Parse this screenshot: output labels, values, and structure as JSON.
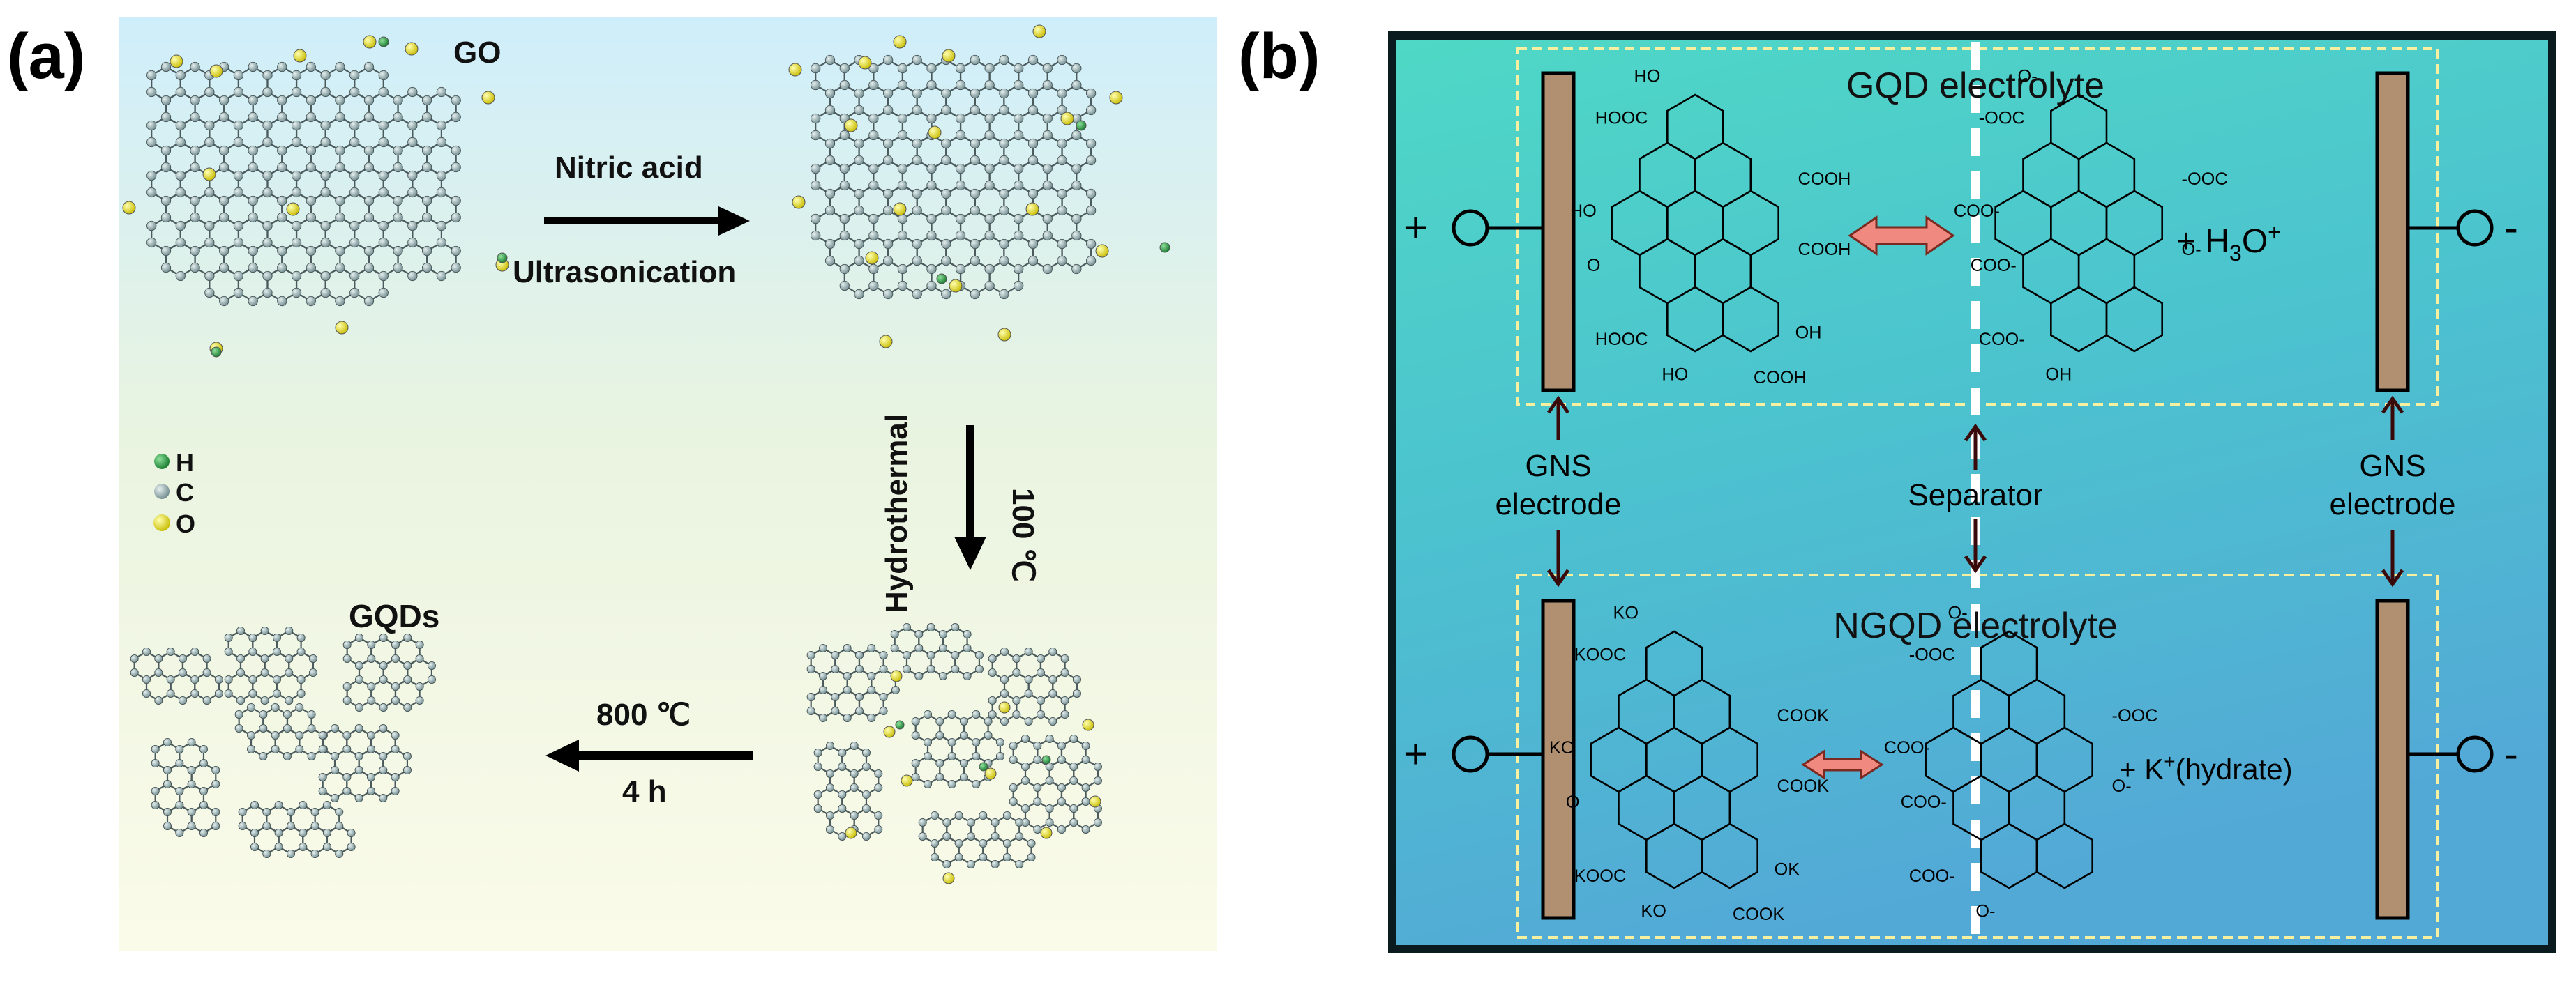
{
  "panel_a": {
    "label": "(a)",
    "go_label": "GO",
    "step1_top": "Nitric acid",
    "step1_bottom": "Ultrasonication",
    "step2_left": "Hydrothermal",
    "step2_right": "100 ℃",
    "step3_top": "800 ℃",
    "step3_bottom": "4 h",
    "gqds_label": "GQDs",
    "legend": [
      {
        "symbol": "H",
        "color": "#1f9a3c"
      },
      {
        "symbol": "C",
        "color": "#9fb4b7"
      },
      {
        "symbol": "O",
        "color": "#e8e020"
      }
    ]
  },
  "panel_b": {
    "label": "(b)",
    "top_title": "GQD electrolyte",
    "bottom_title": "NGQD electrolyte",
    "top_ion_prefix": "+ H",
    "top_ion_sub": "3",
    "top_ion_o": "O",
    "top_ion_sup": "+",
    "bottom_ion_prefix": "+ K",
    "bottom_ion_sup": "+",
    "bottom_ion_suffix": "(hydrate)",
    "plus": "+",
    "minus": "-",
    "gns_line1": "GNS",
    "gns_line2": "electrode",
    "separator": "Separator",
    "mol_top_left": [
      "HOOC",
      "HO",
      "HO",
      "O",
      "COOH",
      "COOH",
      "HOOC",
      "HO",
      "COOH",
      "OH"
    ],
    "mol_top_right": [
      "-OOC",
      "O-",
      "COO-",
      "COO-",
      "-OOC",
      "O-",
      "COO-",
      "OH"
    ],
    "mol_bottom_left": [
      "KOOC",
      "KO",
      "KO",
      "O",
      "COOK",
      "COOK",
      "KOOC",
      "KO",
      "COOK",
      "OK"
    ],
    "mol_bottom_right": [
      "-OOC",
      "O-",
      "COO-",
      "COO-",
      "-OOC",
      "O-",
      "COO-",
      "O-"
    ]
  }
}
